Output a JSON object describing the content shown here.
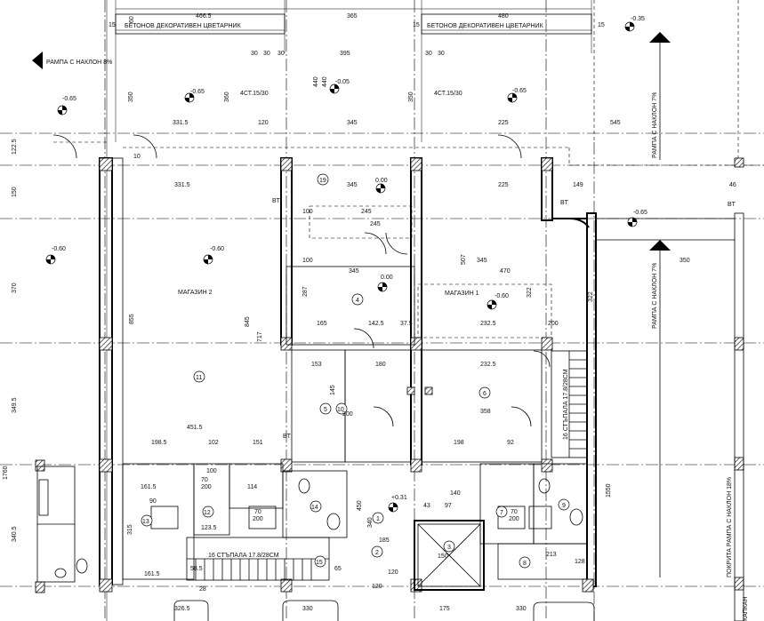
{
  "top_banner": {
    "planter_left": "БЕТОНОВ ДЕКОРАТИВЕН ЦВЕТАРНИК",
    "planter_right": "БЕТОНОВ ДЕКОРАТИВЕН ЦВЕТАРНИК",
    "dim_left": "466.5",
    "dim_right": "480",
    "dim_mid": "365",
    "dim_15a": "15",
    "dim_15b": "15"
  },
  "ramps": {
    "ramp_8": "РАМПА С НАКЛОН 8%",
    "ramp_7a": "РАМПА С НАКЛОН 7%",
    "ramp_7b": "РАМПА С НАКЛОН 7%",
    "covered_ramp": "ПОКРИТА РАМПА С НАКЛОН 18%"
  },
  "rooms": {
    "shop2": "МАГАЗИН 2",
    "shop1": "МАГАЗИН 1"
  },
  "stairs": {
    "stair_bottom": "16 СТЪПАЛА 17.8/28СМ",
    "stair_right": "16 СТЪПАЛА 17.8/28СМ"
  },
  "elevations": {
    "e1": "-0.65",
    "e2": "-0.65",
    "e3": "-0.05",
    "e4": "-0.65",
    "e5": "-0.35",
    "e6": "-0.60",
    "e7": "-0.60",
    "e8": "0.00",
    "e9": "0.00",
    "e10": "-0.60",
    "e11": "-0.65",
    "e12": "+0.31"
  },
  "tags": {
    "col1": "4СТ.15/30",
    "col2": "4СТ.15/30",
    "bt1": "BT",
    "bt2": "BT",
    "bt3": "BT",
    "bt4": "BT"
  },
  "room_numbers": [
    "11",
    "19",
    "4",
    "5",
    "6",
    "1",
    "2",
    "3",
    "7",
    "8",
    "9",
    "10",
    "12",
    "13",
    "14",
    "15"
  ],
  "dimensions": {
    "d1": "395",
    "d2": "30",
    "d3": "30",
    "d4": "30",
    "d5": "30",
    "d6": "331.5",
    "d7": "120",
    "d8": "345",
    "d9": "225",
    "d10": "545",
    "d11": "331.5",
    "d12": "345",
    "d13": "225",
    "d14": "149",
    "d15": "46",
    "d16": "100",
    "d17": "245",
    "d18": "245",
    "d19": "100",
    "d20": "345",
    "d21": "350",
    "d22": "345",
    "d23": "470",
    "d24": "507",
    "d25": "322",
    "d26": "855",
    "d27": "845",
    "d28": "717",
    "d29": "287",
    "d30": "165",
    "d31": "142.5",
    "d32": "37.5",
    "d33": "232.5",
    "d34": "200",
    "d35": "153",
    "d36": "180",
    "d37": "232.5",
    "d38": "358",
    "d39": "451.5",
    "d40": "198.5",
    "d41": "102",
    "d42": "151",
    "d43": "198",
    "d44": "92",
    "d45": "200",
    "d46": "161.5",
    "d47": "114",
    "d48": "123.5",
    "d49": "161.5",
    "d50": "315",
    "d51": "450",
    "d52": "340",
    "d53": "185",
    "d54": "213",
    "d55": "128",
    "d56": "150",
    "d57": "120",
    "d58": "326.5",
    "d59": "330",
    "d60": "175",
    "d61": "330",
    "d62": "1760",
    "d63": "1550",
    "d64": "370",
    "d65": "349.5",
    "d66": "340.5",
    "d67": "150",
    "d68": "122.5",
    "d69": "350",
    "d70": "440",
    "d71": "360",
    "d72": "350",
    "d73": "60",
    "d74": "15",
    "d75": "322",
    "d76": "145",
    "d77": "10",
    "d78": "440",
    "d79": "30",
    "d80": "28",
    "d81": "58.5",
    "d82": "65",
    "d83": "70",
    "d84": "200",
    "d85": "90",
    "d86": "97",
    "d87": "43",
    "d88": "140",
    "d89": "70",
    "d90": "200",
    "d91": "70",
    "d92": "200",
    "d93": "100",
    "d94": "120"
  },
  "right_edge_label": "КАПКАН"
}
